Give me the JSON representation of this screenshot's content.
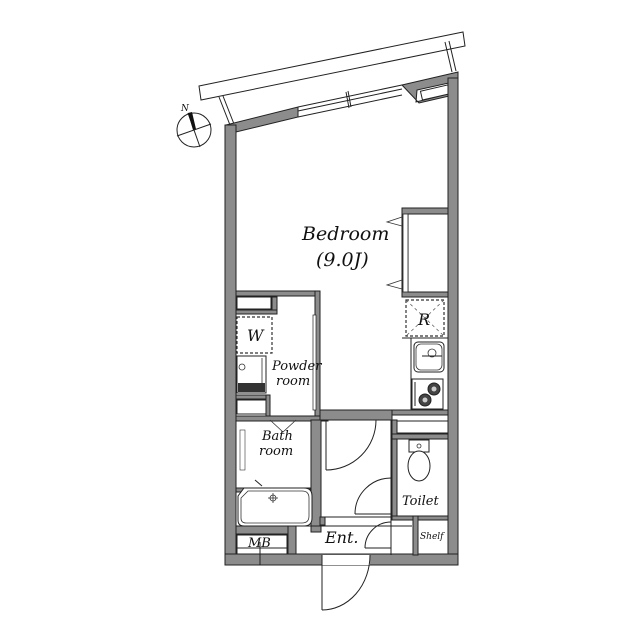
{
  "plan": {
    "colors": {
      "wall": "#8c8c8c",
      "line": "#222222",
      "background": "#ffffff"
    },
    "compass": {
      "north_label": "N",
      "icon": "compass-north-icon"
    },
    "rooms": {
      "bedroom": {
        "label": "Bedroom",
        "size": "(9.0J)"
      },
      "powder_room": {
        "line1": "Powder",
        "line2": "room"
      },
      "bath_room": {
        "line1": "Bath",
        "line2": "room"
      },
      "toilet": {
        "label": "Toilet"
      },
      "entrance": {
        "label": "Ent."
      },
      "shelf": {
        "label": "Shelf"
      },
      "meter_box": {
        "label": "MB"
      },
      "washer": {
        "label": "W"
      },
      "refrigerator": {
        "label": "R"
      }
    },
    "fixtures": [
      "balcony",
      "window",
      "closet",
      "sink",
      "stove",
      "bathtub",
      "toilet-bowl",
      "washbasin"
    ]
  }
}
